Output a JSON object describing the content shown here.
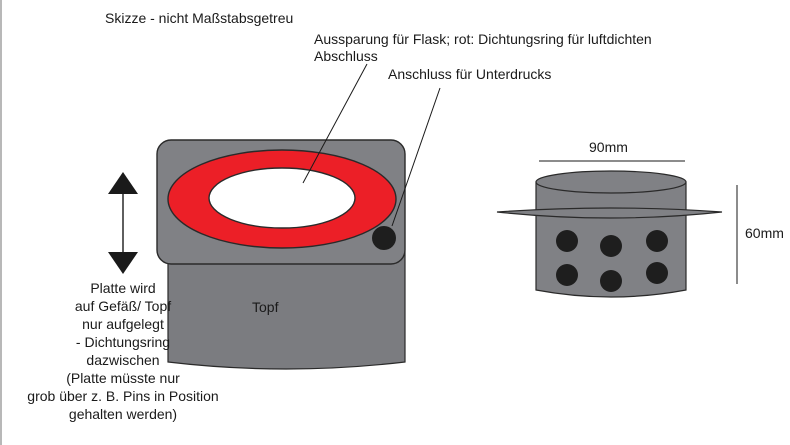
{
  "labels": {
    "sketch_note": "Skizze - nicht Maßstabsgetreu",
    "recess": "Aussparung für Flask; rot: Dichtungsring für luftdichten Abschluss",
    "vacuum_port": "Anschluss für Unterdrucks",
    "pot": "Topf",
    "width_dimension": "90mm",
    "height_dimension": "60mm"
  },
  "plate_note": [
    "Platte wird",
    "auf Gefäß/ Topf",
    "nur aufgelegt",
    "- Dichtungsring",
    "dazwischen",
    "(Platte müsste nur",
    "grob über z. B. Pins in Position",
    "gehalten werden)"
  ],
  "colors": {
    "body_gray": "#7b7c80",
    "plate_gray": "#808185",
    "seal_red": "#ec1f27",
    "port_black": "#1e1e1e",
    "outline": "#2a2a2a"
  }
}
